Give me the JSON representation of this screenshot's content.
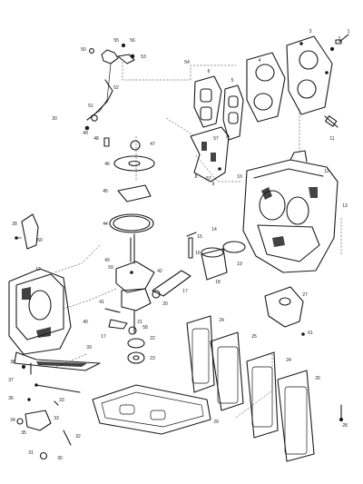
{
  "callouts": {
    "c1": "1",
    "c2": "2",
    "c3": "3",
    "c4": "4",
    "c5": "5",
    "c6": "6",
    "c7": "7",
    "c8": "8",
    "c9": "9",
    "c10": "10",
    "c11": "11",
    "c12": "12",
    "c12b": "12",
    "c13": "13",
    "c14": "14",
    "c15": "15",
    "c16": "16",
    "c17": "17",
    "c17b": "17",
    "c18": "18",
    "c19": "19",
    "c20": "20",
    "c21": "21",
    "c22": "22",
    "c23": "23",
    "c24": "24",
    "c24b": "24",
    "c25": "25",
    "c26": "26",
    "c27": "27",
    "c28": "28",
    "c28b": "28",
    "c29": "29",
    "c30": "30",
    "c30b": "30",
    "c31": "31",
    "c32": "32",
    "c33": "33",
    "c33b": "33",
    "c34": "34",
    "c35": "35",
    "c36": "36",
    "c37": "37",
    "c38": "38",
    "c39": "39",
    "c40": "40",
    "c41": "41",
    "c42": "42",
    "c43": "43",
    "c44": "44",
    "c45": "45",
    "c46": "46",
    "c47": "47",
    "c48": "48",
    "c49": "49",
    "c50": "50",
    "c51": "51",
    "c52": "52",
    "c53": "53",
    "c54": "54",
    "c55": "55",
    "c56": "56",
    "c57": "57",
    "c57b": "57",
    "c58": "58",
    "c59": "59",
    "c60": "60",
    "c61": "61"
  }
}
